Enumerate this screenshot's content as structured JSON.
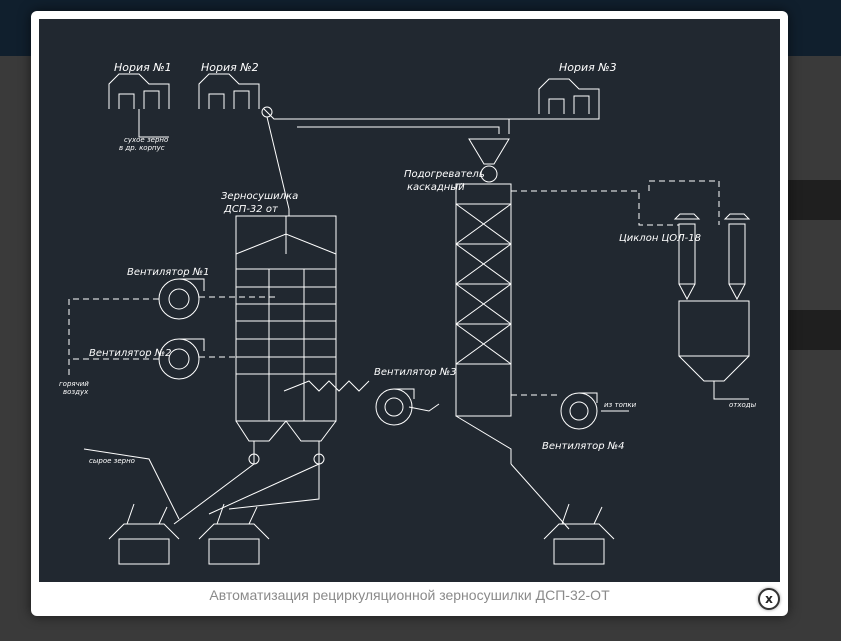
{
  "lightbox": {
    "caption": "Автоматизация рециркуляционной зерносушилки ДСП-32-ОТ",
    "close_label": "x"
  },
  "diagram": {
    "labels": {
      "noria1": "Нория №1",
      "noria2": "Нория №2",
      "noria3": "Нория №3",
      "dry_grain": "сухое зерно",
      "dry_grain_2": "в др. корпус",
      "dryer": "Зерносушилка",
      "dryer_2": "ДСП-32 от",
      "preheater": "Подогреватель",
      "preheater_2": "каскадный",
      "cyclone": "Циклон ЦОЛ-18",
      "fan1": "Вентилятор №1",
      "fan2": "Вентилятор №2",
      "fan3": "Вентилятор №3",
      "fan4": "Вентилятор №4",
      "hot_air": "горячий",
      "hot_air_2": "воздух",
      "from_furnace": "из топки",
      "waste": "отходы",
      "raw_grain": "сырое зерно"
    }
  }
}
